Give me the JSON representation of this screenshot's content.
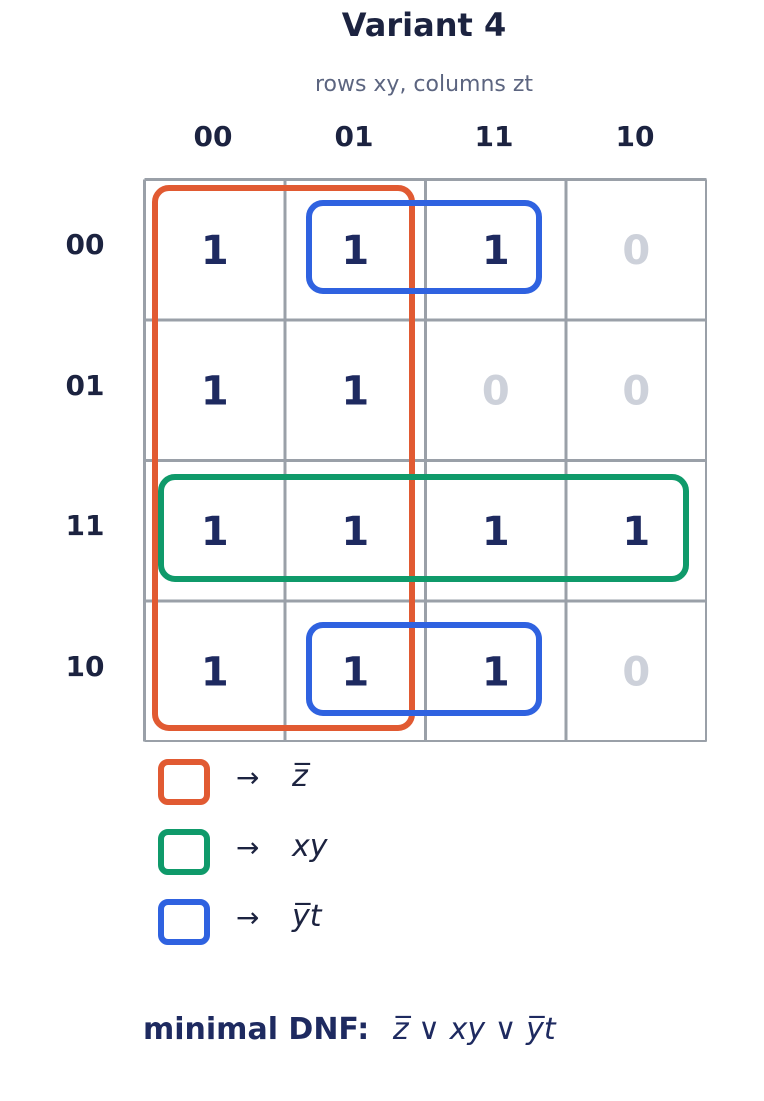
{
  "title": "Variant 4",
  "subtitle": "rows xy,  columns zt",
  "columns": [
    "00",
    "01",
    "11",
    "10"
  ],
  "rows": [
    "00",
    "01",
    "11",
    "10"
  ],
  "cells": [
    [
      "1",
      "1",
      "1",
      "0"
    ],
    [
      "1",
      "1",
      "0",
      "0"
    ],
    [
      "1",
      "1",
      "1",
      "1"
    ],
    [
      "1",
      "1",
      "1",
      "0"
    ]
  ],
  "colors": {
    "one": "#1e2a60",
    "zero": "#cdd1da",
    "grid": "#9aa0a8",
    "orange": "#e15a32",
    "green": "#0f9a6a",
    "blue": "#2f62e0"
  },
  "groups": [
    {
      "color": "orange",
      "term_base": "z",
      "term_parts": [
        {
          "t": "z",
          "bar": true
        }
      ],
      "cells": "rows 00-10, columns 00-01"
    },
    {
      "color": "green",
      "term_parts": [
        {
          "t": "xy",
          "bar": false
        }
      ],
      "cells": "row 11, all columns"
    },
    {
      "color": "blue",
      "term_parts": [
        {
          "t": "y",
          "bar": true
        },
        {
          "t": "t",
          "bar": false
        }
      ],
      "cells": "rows 00 and 10, columns 01-11"
    }
  ],
  "legend": {
    "arrow": "→",
    "items": [
      {
        "color": "orange",
        "term": "z̅"
      },
      {
        "color": "green",
        "term": "xy"
      },
      {
        "color": "blue",
        "term": "y̅t"
      }
    ]
  },
  "dnf": {
    "label": "minimal DNF:",
    "expression": "z̅ ∨ xy ∨ y̅t"
  }
}
